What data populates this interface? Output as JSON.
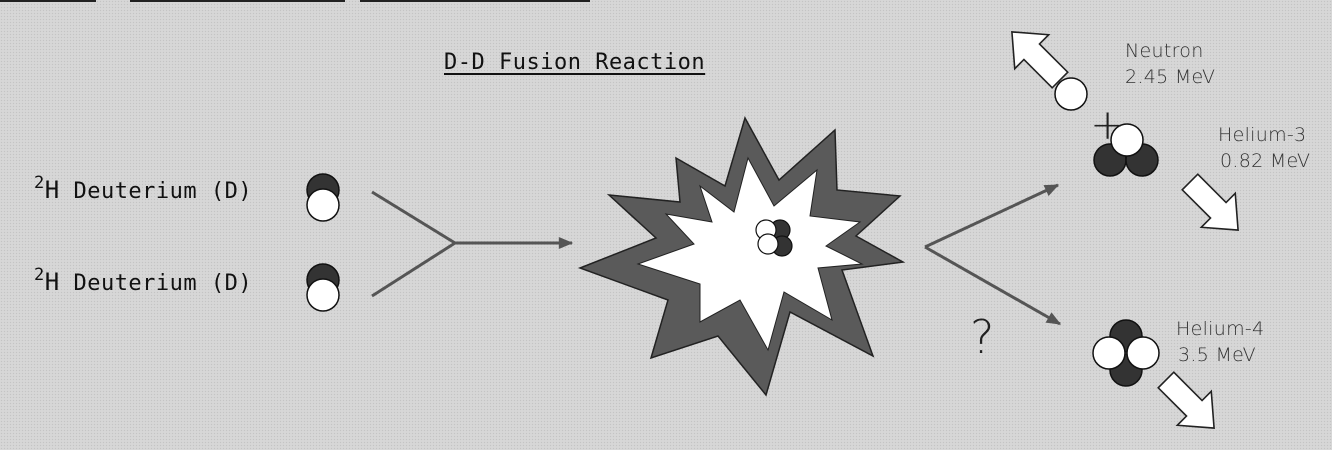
{
  "title": "D-D Fusion Reaction",
  "reactants": [
    {
      "mass_number": "2",
      "symbol": "H",
      "name": "Deuterium (D)"
    },
    {
      "mass_number": "2",
      "symbol": "H",
      "name": "Deuterium (D)"
    }
  ],
  "products": {
    "neutron": {
      "name": "Neutron",
      "energy": "2.45 MeV"
    },
    "helium3": {
      "name": "Helium-3",
      "energy": "0.82 MeV"
    },
    "helium4": {
      "name": "Helium-4",
      "energy": "3.5 MeV"
    }
  },
  "plus_sign": "+",
  "question_mark": "?",
  "colors": {
    "proton": "#333333",
    "neutron": "#ffffff",
    "burst_outer": "#555555",
    "burst_inner": "#ffffff"
  }
}
